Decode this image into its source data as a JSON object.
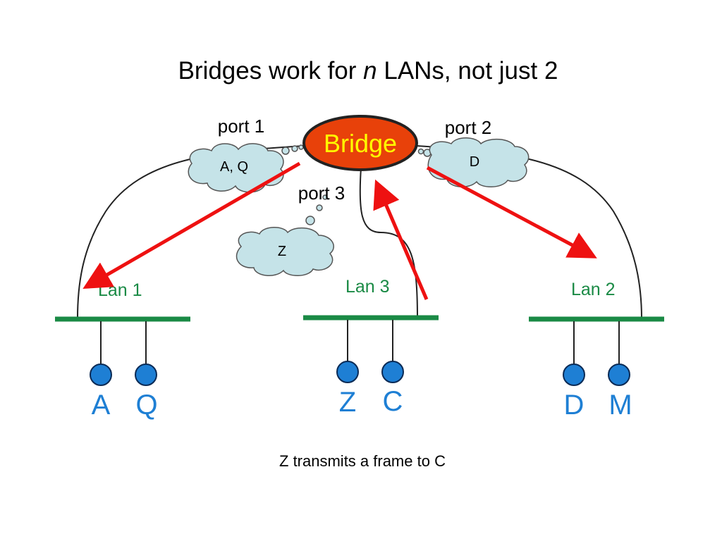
{
  "title": {
    "prefix": "Bridges work for ",
    "italic": "n",
    "suffix": " LANs, not just 2"
  },
  "bridge": {
    "label": "Bridge"
  },
  "ports": {
    "port1": "port 1",
    "port2": "port 2",
    "port3": "port 3"
  },
  "tables": {
    "port1": "A, Q",
    "port2": "D",
    "port3": "Z"
  },
  "lans": {
    "lan1": {
      "label": "Lan 1",
      "hosts": [
        "A",
        "Q"
      ]
    },
    "lan3": {
      "label": "Lan 3",
      "hosts": [
        "Z",
        "C"
      ]
    },
    "lan2": {
      "label": "Lan 2",
      "hosts": [
        "D",
        "M"
      ]
    }
  },
  "caption": "Z transmits a frame to C",
  "colors": {
    "bridge_fill": "#e8410a",
    "bridge_text": "#ffff00",
    "lan_line": "#1a8a45",
    "host_node": "#1e7fd4",
    "arrow": "#ee1111",
    "cloud_fill": "#c5e3e8"
  }
}
